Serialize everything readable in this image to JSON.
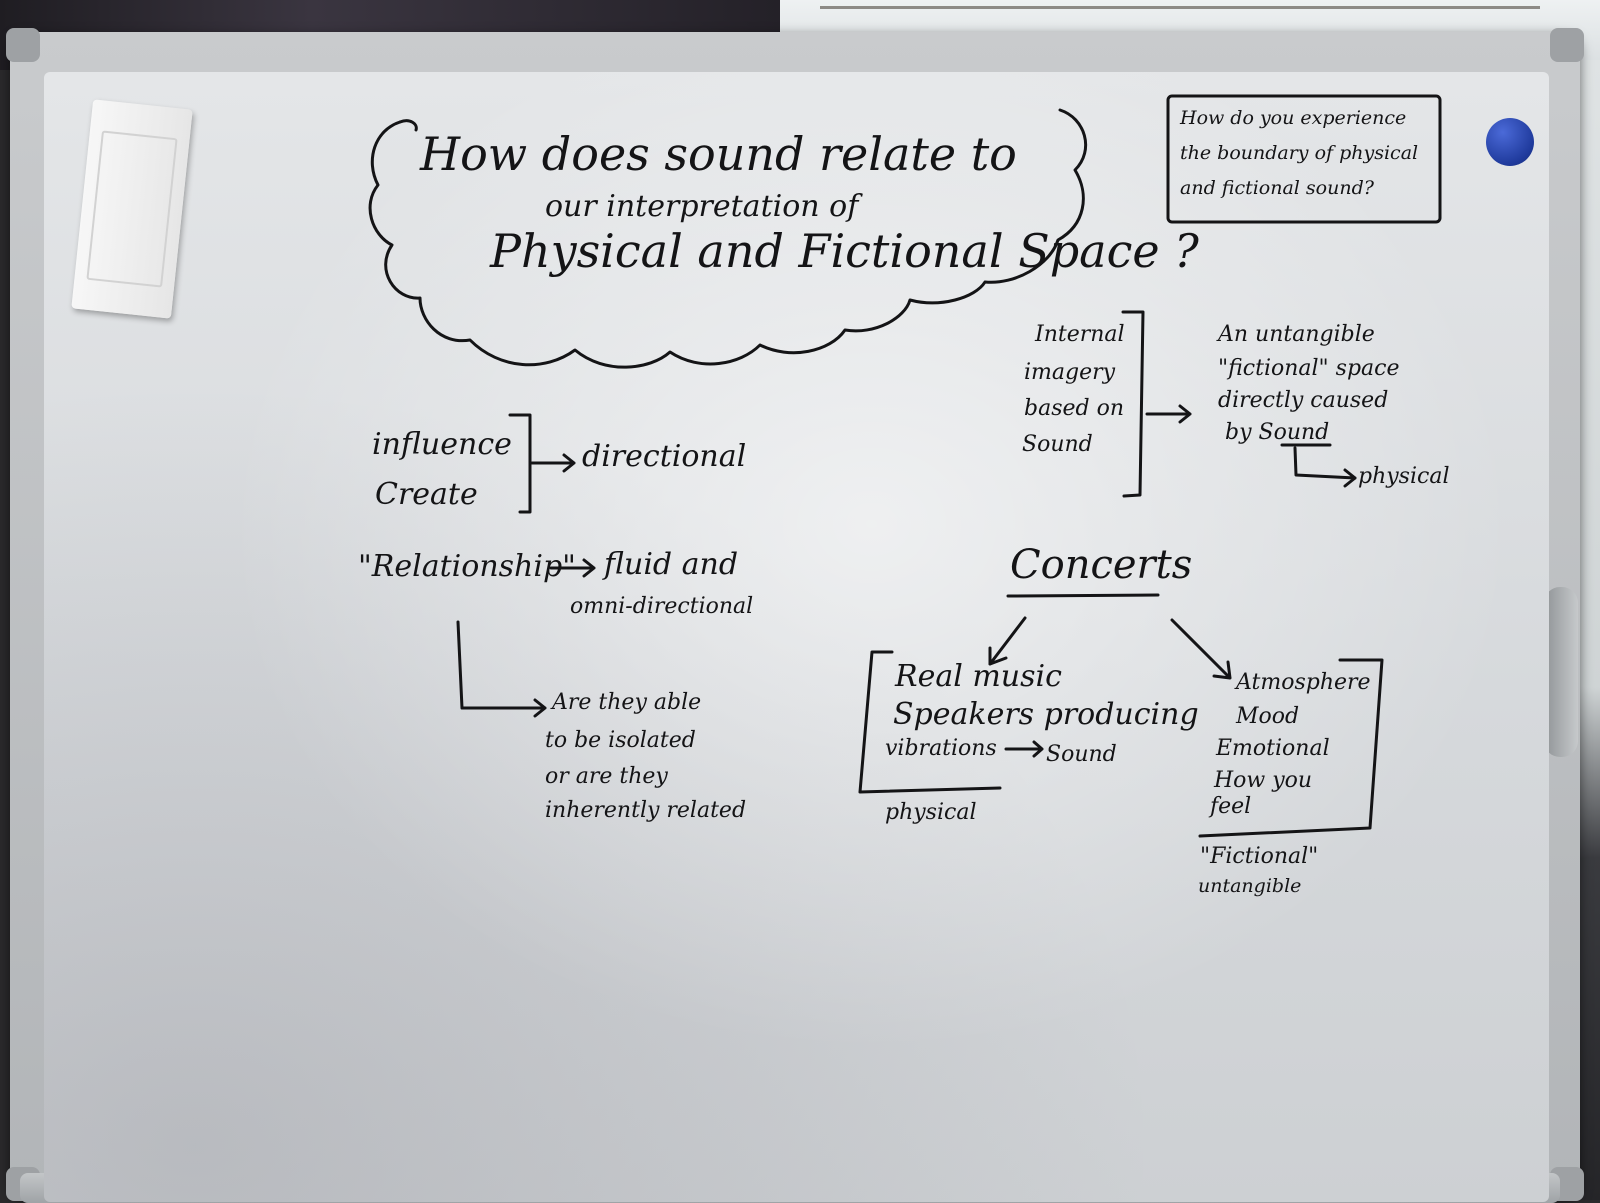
{
  "question_box": {
    "line1": "How do you experience",
    "line2": "the boundary of physical",
    "line3": "and fictional sound?"
  },
  "title": {
    "line1": "How does sound relate to",
    "line2": "our interpretation of",
    "line3": "Physical and Fictional Space ?"
  },
  "left": {
    "influence": "influence",
    "create": "Create",
    "directional": "directional",
    "relationship": "\"Relationship\"",
    "fluid": "fluid and",
    "omni": "omni-directional",
    "isolated1": "Are they able",
    "isolated2": "to be isolated",
    "isolated3": "or are they",
    "isolated4": "inherently related"
  },
  "right_top": {
    "internal1": "Internal",
    "internal2": "imagery",
    "internal3": "based on",
    "internal4": "Sound",
    "untangible1": "An untangible",
    "untangible2": "\"fictional\" space",
    "untangible3": "directly caused",
    "untangible4": "by Sound",
    "physical": "physical"
  },
  "concerts": {
    "heading": "Concerts",
    "real_music": "Real music",
    "speakers": "Speakers producing",
    "vibrations": "vibrations",
    "sound": "Sound",
    "physical_label": "physical",
    "atmosphere": "Atmosphere",
    "mood": "Mood",
    "emotional": "Emotional",
    "how_you": "How you",
    "feel": "feel",
    "fictional_label": "\"Fictional\"",
    "untangible_label": "untangible"
  },
  "colors": {
    "ink": "#141416",
    "board": "#dcdfe2",
    "frame": "#b8bbbe",
    "magnet": "#2a45b0"
  }
}
